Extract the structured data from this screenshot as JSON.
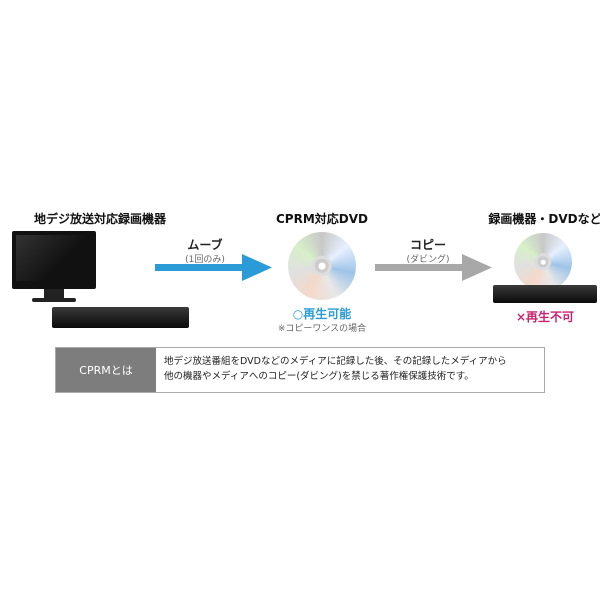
{
  "source": {
    "title": "地デジ放送対応録画機器"
  },
  "middle": {
    "title": "CPRM対応DVD",
    "status": "○再生可能",
    "note": "※コピーワンスの場合"
  },
  "destination": {
    "title": "録画機器・DVDなど",
    "status": "×再生不可"
  },
  "move_arrow": {
    "label": "ムーブ",
    "sub": "(1回のみ)",
    "color": "#2a9bd6"
  },
  "copy_arrow": {
    "label": "コピー",
    "sub": "(ダビング)",
    "color": "#a8a8a8"
  },
  "info": {
    "label": "CPRMとは",
    "line1": "地デジ放送番組をDVDなどのメディアに記録した後、その記録したメディアから",
    "line2": "他の機器やメディアへのコピー(ダビング)を禁じる著作権保護技術です。"
  },
  "colors": {
    "ok": "#2a9bd6",
    "ng": "#c8236e",
    "label_bg": "#7d7d7d"
  }
}
